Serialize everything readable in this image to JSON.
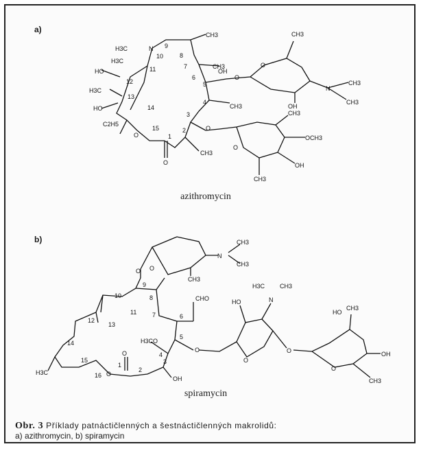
{
  "panel_a": {
    "label": "a)",
    "compound_name": "azithromycin",
    "atoms": {
      "n_methyl": "H3C",
      "n": "N",
      "n9": "9",
      "n10": "10",
      "n8": "8",
      "ch3_top": "CH3",
      "n7": "7",
      "h3c_11": "H3C",
      "n11": "11",
      "ho_12": "HO",
      "n12": "12",
      "ch3_6": "CH3",
      "n6": "6",
      "oh_6": "OH",
      "n5": "5",
      "h3c_13": "H3C",
      "n13": "13",
      "ho_13": "HO",
      "n14": "14",
      "c2h5": "C2H5",
      "n15": "15",
      "o15": "O",
      "n1": "1",
      "o_carbonyl": "O",
      "n2": "2",
      "ch3_2": "CH3",
      "n3": "3",
      "n4": "4",
      "ch3_4": "CH3",
      "o_ring1": "O",
      "o_link1": "O",
      "ch3_sugar1": "CH3",
      "oh_sugar1": "OH",
      "n_sugar1": "N",
      "ch3_n1": "CH3",
      "ch3_n2": "CH3",
      "o_link2": "O",
      "o_ring2": "O",
      "ch3_s2": "CH3",
      "och3": "OCH3",
      "oh_s2": "OH",
      "ch3_s2b": "CH3"
    }
  },
  "panel_b": {
    "label": "b)",
    "compound_name": "spiramycin",
    "atoms": {
      "n_top": "N",
      "ch3_top1": "CH3",
      "ch3_top2": "CH3",
      "o_ring_top": "O",
      "ch3_ring_top": "CH3",
      "o_link_top": "O",
      "n9": "9",
      "n10": "10",
      "n8": "8",
      "n11": "11",
      "n7": "7",
      "n6": "6",
      "cho": "CHO",
      "n12": "12",
      "n13": "13",
      "n14": "14",
      "n5": "5",
      "h3co": "H3CO",
      "n4": "4",
      "n15": "15",
      "n16": "16",
      "o16": "O",
      "n1": "1",
      "o_carbonyl": "O",
      "n2": "2",
      "n3": "3",
      "oh_3": "OH",
      "h3c_15": "H3C",
      "o_link5": "O",
      "ho_sugar": "HO",
      "n_sugar": "N",
      "h3c_n": "H3C",
      "ch3_n": "CH3",
      "o_sugar_ring": "O",
      "o_link_sugar": "O",
      "ho_s3": "HO",
      "ch3_s3": "CH3",
      "o_s3_ring": "O",
      "oh_s3": "OH",
      "ch3_s3b": "CH3"
    }
  },
  "caption": {
    "label": "Obr. 3",
    "line1": "Příklady patnáctičlenných a šestnáctičlenných makrolidů:",
    "line2": "a) azithromycin, b) spiramycin"
  }
}
